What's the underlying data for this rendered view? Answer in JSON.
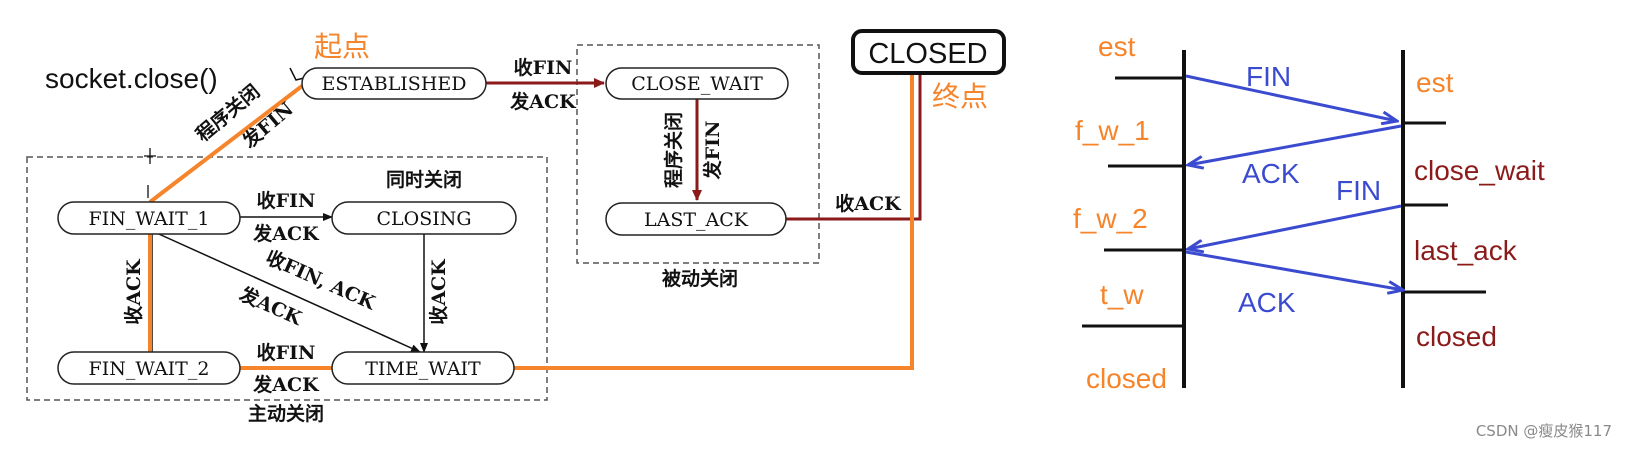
{
  "colors": {
    "orange": "#f5842a",
    "darkred": "#8b1a1a",
    "blue": "#3b4bd0",
    "black": "#111111",
    "gray": "#555555"
  },
  "states": {
    "established": "ESTABLISHED",
    "close_wait": "CLOSE_WAIT",
    "last_ack": "LAST_ACK",
    "fin_wait_1": "FIN_WAIT_1",
    "closing": "CLOSING",
    "fin_wait_2": "FIN_WAIT_2",
    "time_wait": "TIME_WAIT",
    "closed": "CLOSED"
  },
  "annotations": {
    "start": "起点",
    "end": "终点",
    "socket_close": "socket.close()"
  },
  "regions": {
    "passive": "被动关闭",
    "active": "主动关闭",
    "simultaneous": "同时关闭"
  },
  "edges": {
    "recv_fin": "收FIN",
    "send_ack": "发ACK",
    "app_close": "程序关闭",
    "send_fin": "发FIN",
    "recv_ack": "收ACK",
    "recv_fin_ack": "收FIN, ACK"
  },
  "sequence": {
    "left_states": [
      "est",
      "f_w_1",
      "f_w_2",
      "t_w",
      "closed"
    ],
    "right_states": [
      "est",
      "close_wait",
      "last_ack",
      "closed"
    ],
    "messages": [
      "FIN",
      "ACK",
      "FIN",
      "ACK"
    ]
  },
  "watermark": "CSDN @瘦皮猴117"
}
